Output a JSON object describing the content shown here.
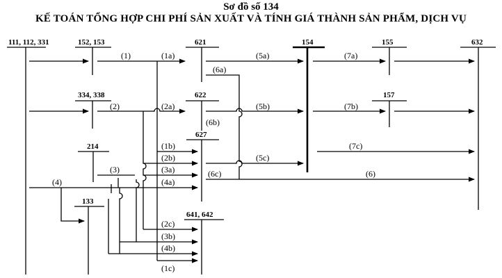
{
  "title": "Sơ đồ số 134",
  "subtitle": "KẾ TOÁN TỔNG HỢP CHI PHÍ SẢN XUẤT VÀ TÍNH GIÁ THÀNH SẢN PHẨM, DỊCH VỤ",
  "accounts": {
    "a111": "111, 112, 331",
    "a152": "152, 153",
    "a621": "621",
    "a154": "154",
    "a155": "155",
    "a632": "632",
    "a334": "334, 338",
    "a622": "622",
    "a157": "157",
    "a627": "627",
    "a214": "214",
    "a133": "133",
    "a641": "641, 642"
  },
  "labels": {
    "l1": "(1)",
    "l1a": "(1a)",
    "l5a": "(5a)",
    "l7a": "(7a)",
    "l6a": "(6a)",
    "l2": "(2)",
    "l2a": "(2a)",
    "l5b": "(5b)",
    "l7b": "(7b)",
    "l6b": "(6b)",
    "l1b": "(1b)",
    "l7c": "(7c)",
    "l2b": "(2b)",
    "l5c": "(5c)",
    "l3": "(3)",
    "l3a": "(3a)",
    "l6c": "(6c)",
    "l6": "(6)",
    "l4": "(4)",
    "l4a": "(4a)",
    "l2c": "(2c)",
    "l3b": "(3b)",
    "l4b": "(4b)",
    "l1c": "(1c)"
  }
}
